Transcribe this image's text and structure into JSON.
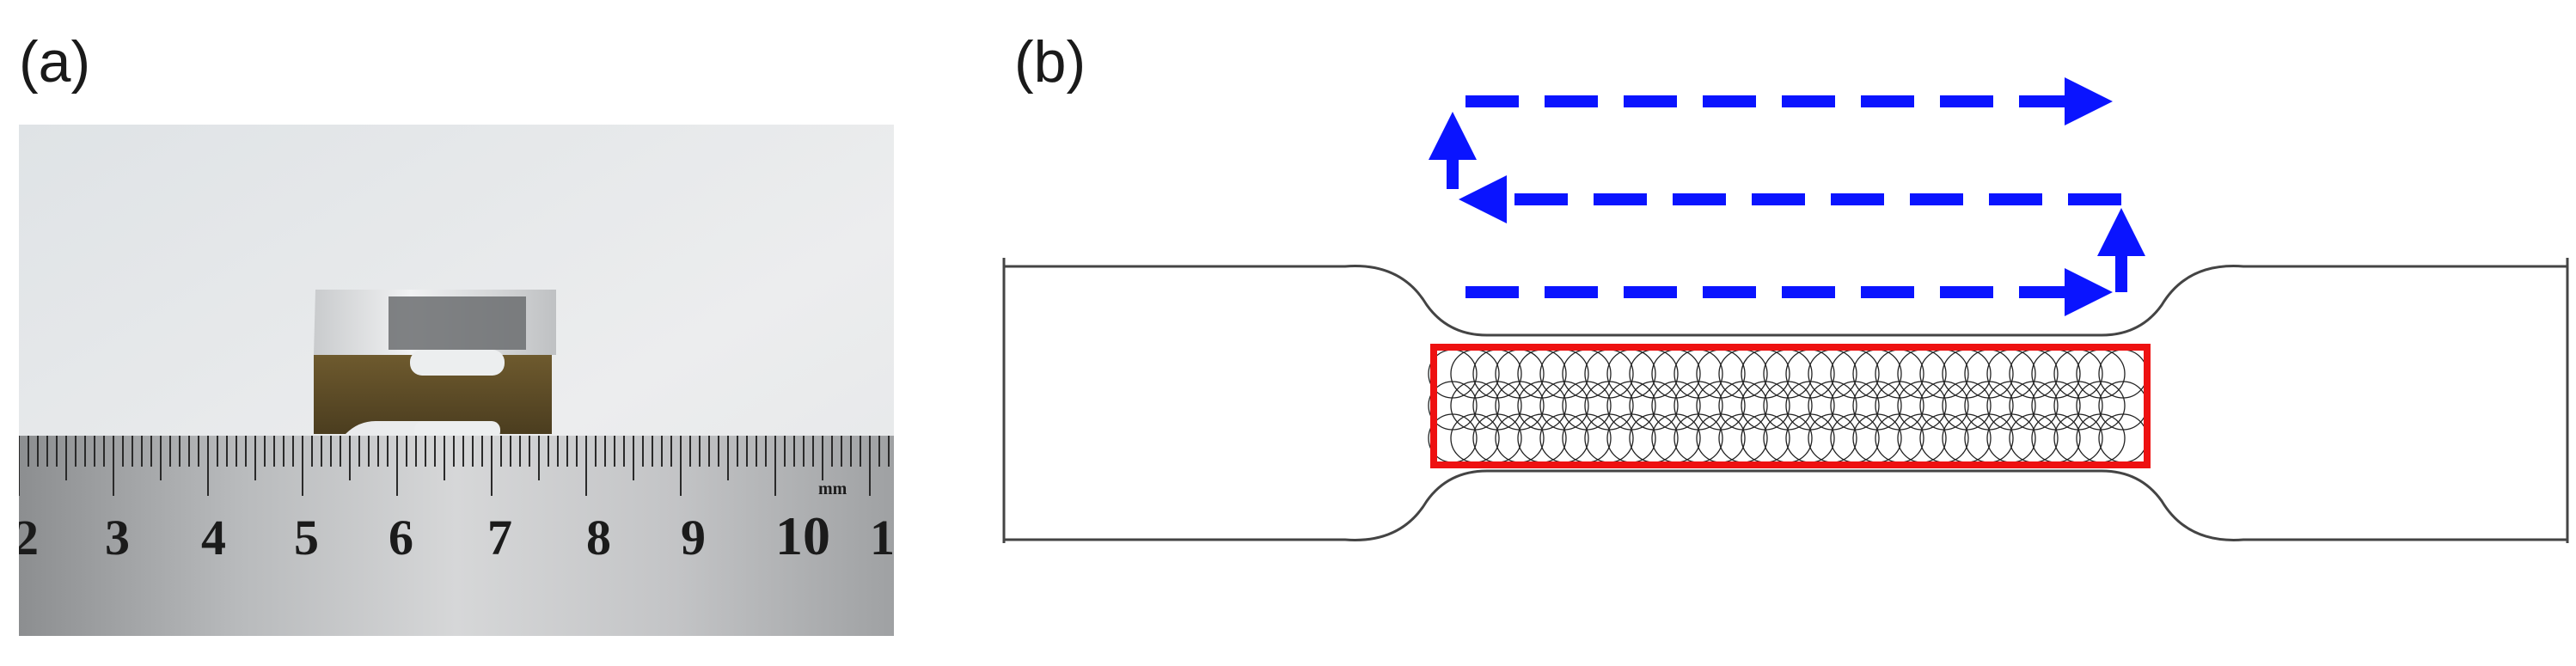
{
  "panels": {
    "a": {
      "label": "(a)"
    },
    "b": {
      "label": "(b)"
    }
  },
  "photo": {
    "ruler": {
      "unit": "mm",
      "numbers": [
        "2",
        "3",
        "4",
        "5",
        "6",
        "7",
        "8",
        "9",
        "10",
        "1"
      ]
    }
  },
  "diagram": {
    "scan_path_color": "#0a14ff",
    "deposit_box_color": "#ee1111",
    "outline_color": "#444444"
  }
}
